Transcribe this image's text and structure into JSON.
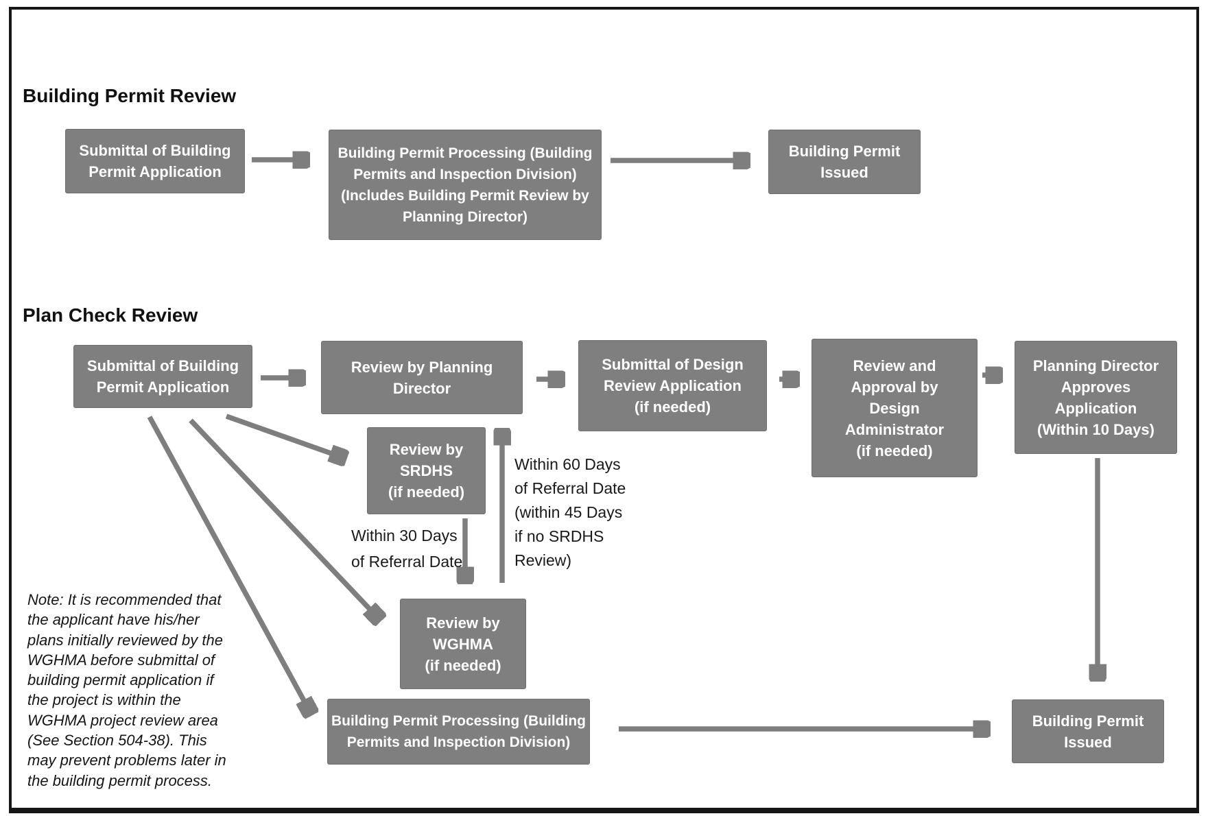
{
  "colors": {
    "background": "#ffffff",
    "frame_border": "#161616",
    "box_fill": "#7f7f7f",
    "box_text": "#ffffff",
    "arrow": "#7e7e7e",
    "label_text": "#1a1a1a"
  },
  "sections": {
    "building_permit_review": {
      "title": "Building Permit Review"
    },
    "plan_check_review": {
      "title": "Plan Check Review"
    }
  },
  "boxes": {
    "submittal_top": {
      "label": "Submittal of Building\nPermit Application"
    },
    "processing_top": {
      "label": "Building Permit Processing (Building\nPermits and Inspection Division)\n(Includes Building Permit Review by\nPlanning Director)"
    },
    "issued_top": {
      "label": "Building Permit\nIssued"
    },
    "submittal_pc": {
      "label": "Submittal of Building\nPermit Application"
    },
    "director_review": {
      "label": "Review by Planning\nDirector"
    },
    "design_submittal": {
      "label": "Submittal of Design\nReview Application\n(if needed)"
    },
    "design_admin": {
      "label": "Review and\nApproval by\nDesign\nAdministrator\n(if needed)"
    },
    "director_approves": {
      "label": "Planning Director\nApproves\nApplication\n(Within 10 Days)"
    },
    "srdhs": {
      "label": "Review by\nSRDHS\n(if needed)"
    },
    "wghma": {
      "label": "Review by\nWGHMA\n(if needed)"
    },
    "processing_bottom": {
      "label": "Building Permit Processing (Building\nPermits and Inspection Division)"
    },
    "issued_bottom": {
      "label": "Building Permit\nIssued"
    }
  },
  "annotations": {
    "within_30": {
      "text": "Within 30 Days\nof Referral Date"
    },
    "within_60": {
      "text": "Within 60 Days\nof Referral Date\n(within 45 Days\nif no SRDHS\nReview)"
    },
    "note": {
      "text": "Note: It is recommended that\nthe applicant have his/her\nplans initially reviewed by the\nWGHMA before submittal of\nbuilding permit application if\nthe project is within the\nWGHMA project review area\n(See Section 504-38). This\nmay prevent problems later in\nthe building permit process."
    }
  }
}
